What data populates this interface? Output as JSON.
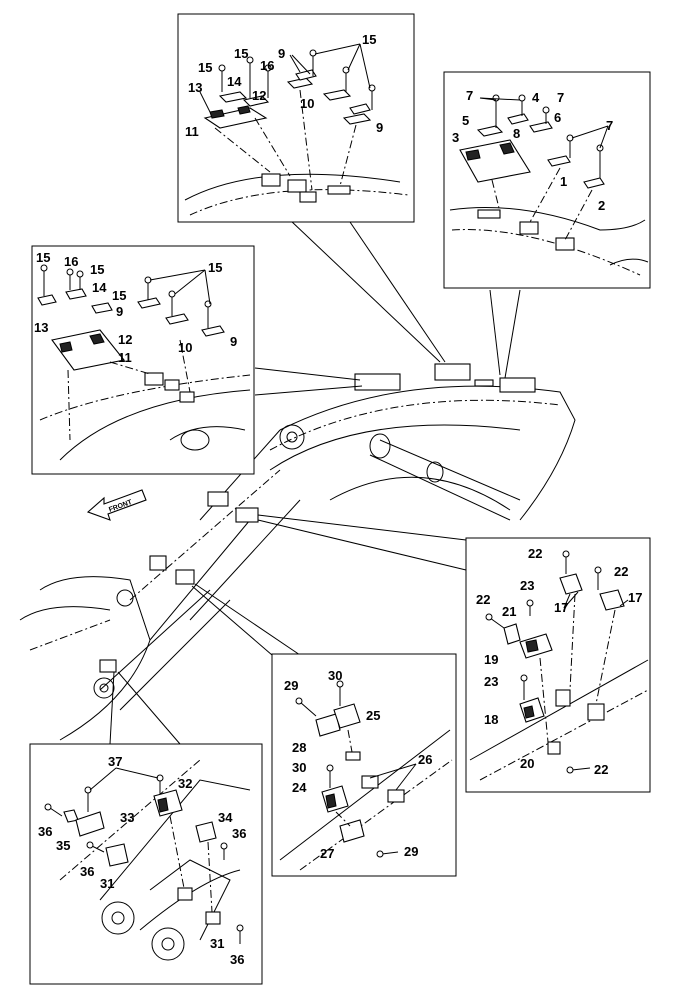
{
  "front_arrow": {
    "text": "FRONT"
  },
  "labels": {
    "tc": [
      "15",
      "15",
      "9",
      "15",
      "14",
      "16",
      "13",
      "12",
      "10",
      "11",
      "9"
    ],
    "tr": [
      "7",
      "4",
      "7",
      "5",
      "8",
      "6",
      "3",
      "7",
      "1",
      "2"
    ],
    "ml": [
      "15",
      "16",
      "15",
      "14",
      "15",
      "9",
      "15",
      "13",
      "12",
      "11",
      "10",
      "9"
    ],
    "mr": [
      "22",
      "22",
      "23",
      "17",
      "17",
      "22",
      "21",
      "19",
      "23",
      "18",
      "20",
      "22"
    ],
    "mc": [
      "30",
      "29",
      "25",
      "28",
      "30",
      "26",
      "24",
      "27",
      "29"
    ],
    "bl": [
      "37",
      "32",
      "36",
      "35",
      "33",
      "34",
      "36",
      "36",
      "31",
      "31",
      "36"
    ]
  }
}
